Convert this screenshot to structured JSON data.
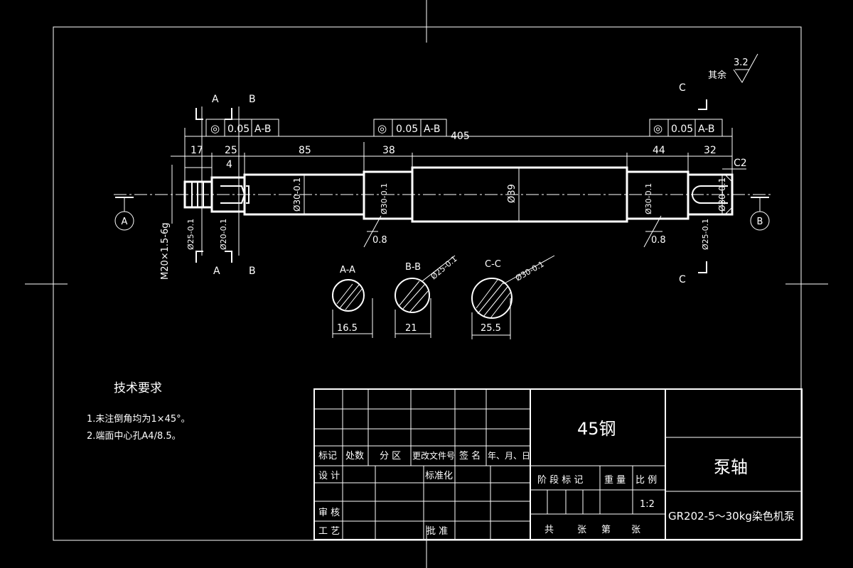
{
  "colors": {
    "background": "#000000",
    "line": "#ffffff"
  },
  "dimensions": {
    "total": "405",
    "d17": "17",
    "d25": "25",
    "d85": "85",
    "d38": "38",
    "d44": "44",
    "d32": "32",
    "d4": "4",
    "c2": "C2",
    "dia30_left": "Ø30-0.1",
    "dia39": "Ø39",
    "dia30_right": "Ø30-0.1",
    "thread": "M20×1.5-6g",
    "left_a": "Ø25-0.1",
    "left_b": "Ø20-0.1",
    "right_c": "Ø25-0.1",
    "seat_left": "Ø30-0.1",
    "seat_right": "Ø30-0.1"
  },
  "tolerances": [
    {
      "symbol": "◎",
      "value": "0.05",
      "datum": "A-B"
    },
    {
      "symbol": "◎",
      "value": "0.05",
      "datum": "A-B"
    },
    {
      "symbol": "◎",
      "value": "0.05",
      "datum": "A-B"
    }
  ],
  "roughness": {
    "left": "0.8",
    "right": "0.8",
    "other_label": "其余",
    "other_value": "3.2"
  },
  "datum_labels": {
    "a": "A",
    "b": "B"
  },
  "section_markers": {
    "a": "A",
    "b": "B",
    "c": "C"
  },
  "sections": [
    {
      "title": "A-A",
      "width": "16.5",
      "dia": ""
    },
    {
      "title": "B-B",
      "width": "21",
      "dia": "Ø25-0.1"
    },
    {
      "title": "C-C",
      "width": "25.5",
      "dia": "Ø30-0.1"
    }
  ],
  "tech_req": {
    "title": "技术要求",
    "items": [
      "1.未注倒角均为1×45°。",
      "2.端面中心孔A4/8.5。"
    ]
  },
  "title_block": {
    "material": "45钢",
    "part_name": "泵轴",
    "drawing_no": "GR202-5～30kg染色机泵",
    "scale": "1:2",
    "headers": {
      "mark": "标记",
      "count": "处数",
      "zone": "分 区",
      "doc_no": "更改文件号",
      "sign": "签 名",
      "date": "年、月、日",
      "design": "设 计",
      "standard": "标准化",
      "check": "审 核",
      "process": "工 艺",
      "approve": "批 准",
      "stage": "阶 段 标 记",
      "weight": "重 量",
      "ratio": "比 例",
      "total": "共",
      "sheet": "张",
      "no": "第",
      "sheet2": "张"
    }
  }
}
